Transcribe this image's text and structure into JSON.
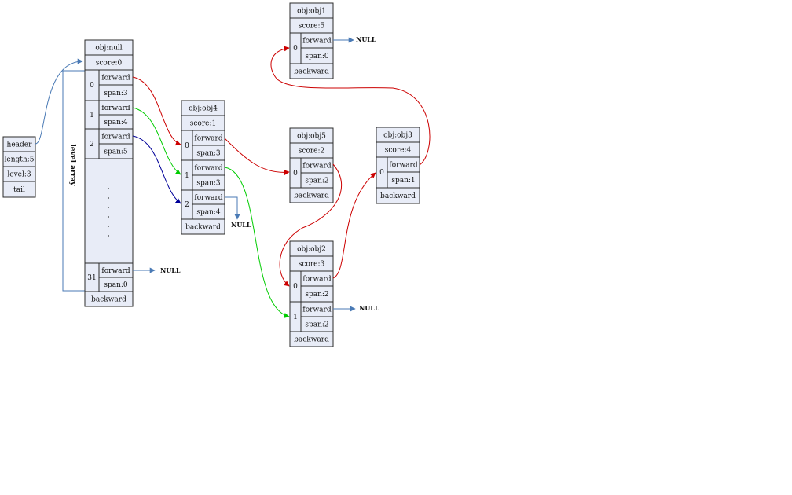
{
  "header_struct": {
    "cells": [
      "header",
      "length:5",
      "level:3",
      "tail"
    ]
  },
  "level_array_label": "level array",
  "nodes": {
    "null": {
      "name": "obj:null",
      "score": "score:0",
      "levels": [
        {
          "index": "0",
          "forward": "forward",
          "span": "span:3"
        },
        {
          "index": "1",
          "forward": "forward",
          "span": "span:4"
        },
        {
          "index": "2",
          "forward": "forward",
          "span": "span:5"
        }
      ],
      "last_level": {
        "index": "31",
        "forward": "forward",
        "span": "span:0"
      },
      "backward": "backward"
    },
    "obj4": {
      "name": "obj:obj4",
      "score": "score:1",
      "levels": [
        {
          "index": "0",
          "forward": "forward",
          "span": "span:3"
        },
        {
          "index": "1",
          "forward": "forward",
          "span": "span:3"
        },
        {
          "index": "2",
          "forward": "forward",
          "span": "span:4"
        }
      ],
      "backward": "backward"
    },
    "obj1": {
      "name": "obj:obj1",
      "score": "score:5",
      "levels": [
        {
          "index": "0",
          "forward": "forward",
          "span": "span:0"
        }
      ],
      "backward": "backward"
    },
    "obj5": {
      "name": "obj:obj5",
      "score": "score:2",
      "levels": [
        {
          "index": "0",
          "forward": "forward",
          "span": "span:2"
        }
      ],
      "backward": "backward"
    },
    "obj3": {
      "name": "obj:obj3",
      "score": "score:4",
      "levels": [
        {
          "index": "0",
          "forward": "forward",
          "span": "span:1"
        }
      ],
      "backward": "backward"
    },
    "obj2": {
      "name": "obj:obj2",
      "score": "score:3",
      "levels": [
        {
          "index": "0",
          "forward": "forward",
          "span": "span:2"
        },
        {
          "index": "1",
          "forward": "forward",
          "span": "span:2"
        }
      ],
      "backward": "backward"
    }
  },
  "null_label": "NULL",
  "colors": {
    "background": "#ffffff",
    "cell_fill": "#e8ecf7",
    "cell_border": "#2b2b2b",
    "level0_arrow": "#cc0000",
    "level1_arrow": "#00cc00",
    "level2_arrow": "#000099",
    "pointer_arrow": "#4a7ab5"
  }
}
